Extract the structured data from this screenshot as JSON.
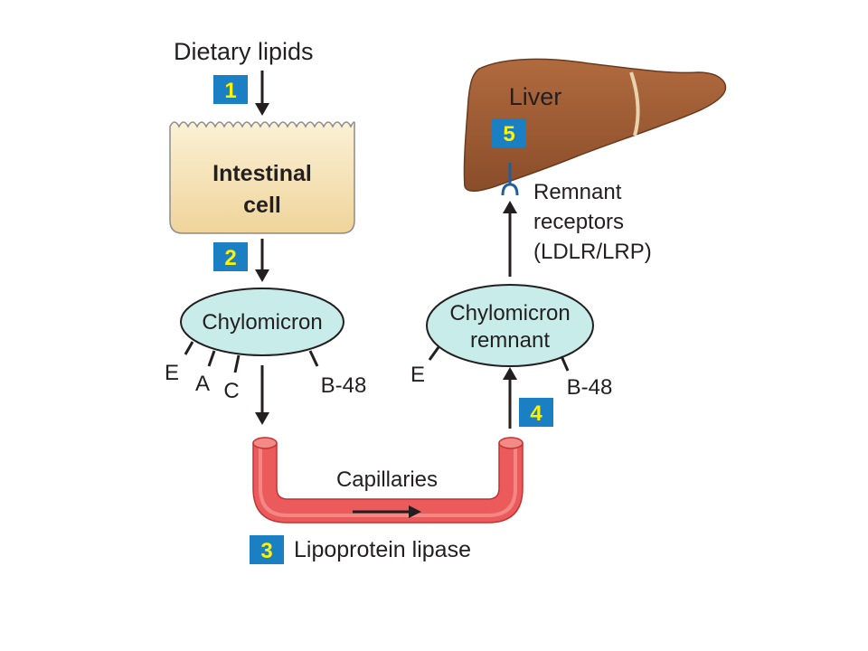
{
  "labels": {
    "dietary_lipids": "Dietary lipids",
    "intestinal_line1": "Intestinal",
    "intestinal_line2": "cell",
    "chylomicron": "Chylomicron",
    "remnant_line1": "Chylomicron",
    "remnant_line2": "remnant",
    "liver": "Liver",
    "receptors_line1": "Remnant",
    "receptors_line2": "receptors",
    "receptors_line3": "(LDLR/LRP)",
    "capillaries": "Capillaries",
    "lipase": "Lipoprotein lipase"
  },
  "apolipoproteins": {
    "chylomicron": {
      "e": "E",
      "a": "A",
      "c": "C",
      "b48": "B-48"
    },
    "remnant": {
      "e": "E",
      "b48": "B-48"
    }
  },
  "steps": [
    "1",
    "2",
    "3",
    "4",
    "5"
  ],
  "colors": {
    "step_box": "#1b7fc4",
    "step_number": "#fff200",
    "cell_fill": "#f8e6bd",
    "particle_fill": "#c8ecea",
    "liver_fill": "#9a5a33",
    "capillary_fill": "#ec5b5b",
    "receptor": "#1f5f9e"
  }
}
